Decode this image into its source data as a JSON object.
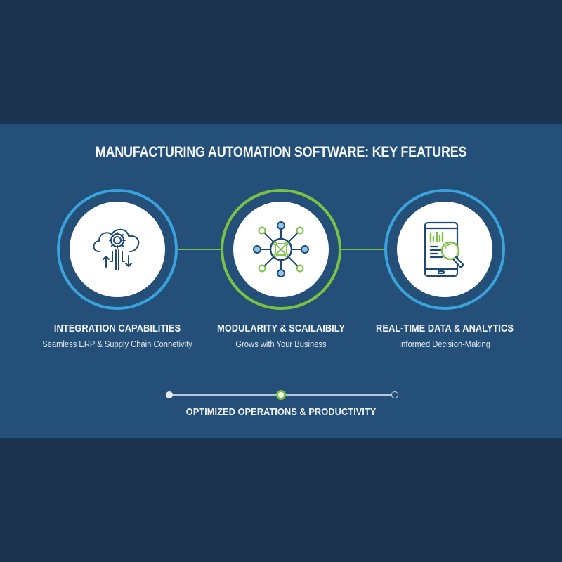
{
  "title": "MANUFACTURING AUTOMATION SOFTWARE: KEY FEATURES",
  "colors": {
    "background_dark": "#1c3450",
    "band": "#244f78",
    "accent_blue": "#3aa3dc",
    "accent_green": "#7cc242",
    "icon_navy": "#1f4a73"
  },
  "features": [
    {
      "icon": "cloud-gear-sync-icon",
      "heading": "INTEGRATION CAPABILITIES",
      "subtitle": "Seamless ERP & Supply Chain Connetivity",
      "ring_color": "blue"
    },
    {
      "icon": "modular-network-icon",
      "heading": "MODULARITY & SCAILAIBILY",
      "subtitle": "Grows with Your Business",
      "ring_color": "green"
    },
    {
      "icon": "tablet-analytics-magnifier-icon",
      "heading": "REAL-TIME DATA & ANALYTICS",
      "subtitle": "Informed Decision-Making",
      "ring_color": "blue"
    }
  ],
  "progress": {
    "steps": 3,
    "active_step": 2
  },
  "footer": "OPTIMIZED OPERATIONS & PRODUCTIVITY"
}
